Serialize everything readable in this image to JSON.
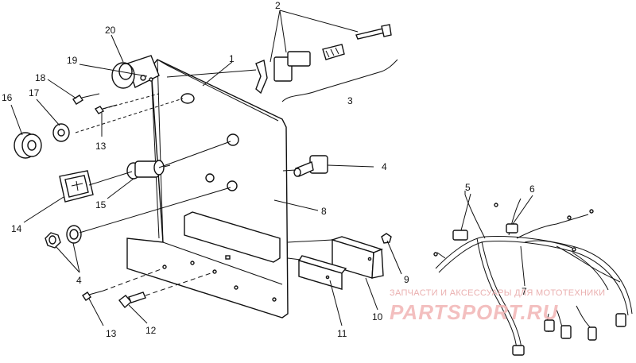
{
  "callouts": [
    {
      "id": "1",
      "text": "1"
    },
    {
      "id": "2",
      "text": "2"
    },
    {
      "id": "3",
      "text": "3"
    },
    {
      "id": "4a",
      "text": "4"
    },
    {
      "id": "4b",
      "text": "4"
    },
    {
      "id": "5",
      "text": "5"
    },
    {
      "id": "6",
      "text": "6"
    },
    {
      "id": "7",
      "text": "7"
    },
    {
      "id": "8",
      "text": "8"
    },
    {
      "id": "9",
      "text": "9"
    },
    {
      "id": "10",
      "text": "10"
    },
    {
      "id": "11",
      "text": "11"
    },
    {
      "id": "12",
      "text": "12"
    },
    {
      "id": "13a",
      "text": "13"
    },
    {
      "id": "13b",
      "text": "13"
    },
    {
      "id": "14",
      "text": "14"
    },
    {
      "id": "15",
      "text": "15"
    },
    {
      "id": "16",
      "text": "16"
    },
    {
      "id": "17",
      "text": "17"
    },
    {
      "id": "18",
      "text": "18"
    },
    {
      "id": "19",
      "text": "19"
    },
    {
      "id": "20",
      "text": "20"
    }
  ],
  "watermark": {
    "tagline": "ЗАПЧАСТИ И АКСЕССУАРЫ ДЛЯ МОТОТЕХНИКИ",
    "logo": "PARTSPORT.RU",
    "color": "#e7a3a3"
  },
  "line_color": "#111111",
  "background": "#ffffff"
}
